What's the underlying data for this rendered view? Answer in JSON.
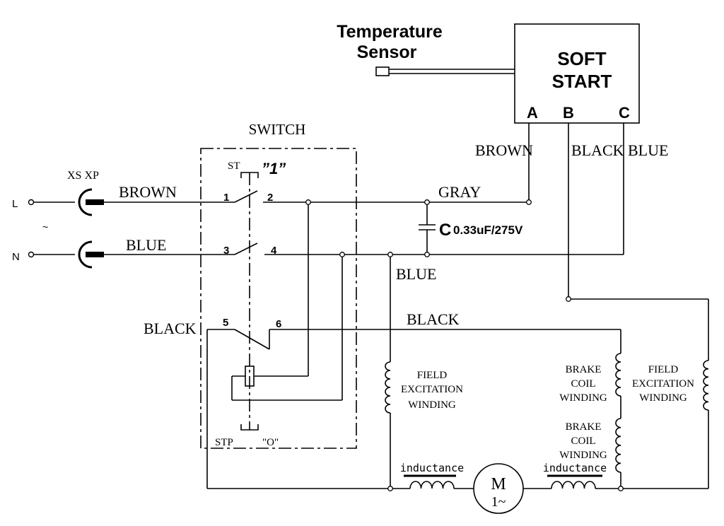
{
  "sensor": {
    "line1": "Temperature",
    "line2": "Sensor"
  },
  "soft_start": {
    "title_line1": "SOFT",
    "title_line2": "START",
    "terminal_a": "A",
    "terminal_b": "B",
    "terminal_c": "C"
  },
  "switch": {
    "title": "SWITCH",
    "st_label": "ST",
    "pos_on": "”1”",
    "stp_label": "STP",
    "pos_off": "\"O\"",
    "contact_1": "1",
    "contact_2": "2",
    "contact_3": "3",
    "contact_4": "4",
    "contact_5": "5",
    "contact_6": "6"
  },
  "connector": {
    "label": "XS XP"
  },
  "supply": {
    "line": "L",
    "neutral": "N",
    "ac_symbol": "~"
  },
  "wires": {
    "brown_in": "BROWN",
    "blue_in": "BLUE",
    "black_sw": "BLACK",
    "gray": "GRAY",
    "brown_a": "BROWN",
    "black_b": "BLACK",
    "blue_c": "BLUE",
    "blue_mid": "BLUE",
    "black_top": "BLACK"
  },
  "capacitor": {
    "symbol": "C",
    "rating": "0.33uF/275V"
  },
  "windings": {
    "field_left": [
      "FIELD",
      "EXCITATION",
      "WINDING"
    ],
    "brake_upper": [
      "BRAKE",
      "COIL",
      "WINDING"
    ],
    "brake_lower": [
      "BRAKE",
      "COIL",
      "WINDING"
    ],
    "field_right": [
      "FIELD",
      "EXCITATION",
      "WINDING"
    ]
  },
  "inductance": {
    "left": "inductance",
    "right": "inductance"
  },
  "motor": {
    "symbol": "M",
    "phase": "1~"
  }
}
